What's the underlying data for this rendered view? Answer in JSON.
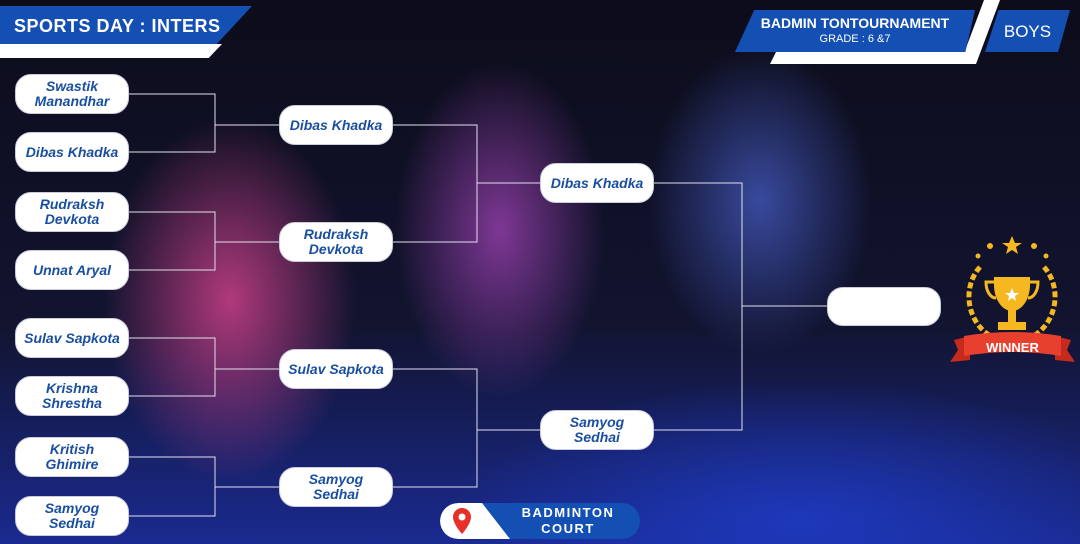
{
  "header": {
    "title": "SPORTS DAY : INTERS",
    "tournament": "BADMIN TONTOURNAMENT",
    "grade": "GRADE : 6 &7",
    "category": "BOYS"
  },
  "round1": [
    "Swastik Manandhar",
    "Dibas Khadka",
    "Rudraksh Devkota",
    "Unnat Aryal",
    "Sulav Sapkota",
    "Krishna Shrestha",
    "Kritish Ghimire",
    "Samyog Sedhai"
  ],
  "round2": [
    "Dibas Khadka",
    "Rudraksh Devkota",
    "Sulav Sapkota",
    "Samyog Sedhai"
  ],
  "round3": [
    "Dibas Khadka",
    "Samyog Sedhai"
  ],
  "final": "",
  "winner_label": "WINNER",
  "venue": {
    "line1": "BADMINTON",
    "line2": "COURT",
    "icon": "location-pin-icon"
  },
  "colors": {
    "accent": "#1450b4",
    "text": "#1a4fa0"
  }
}
